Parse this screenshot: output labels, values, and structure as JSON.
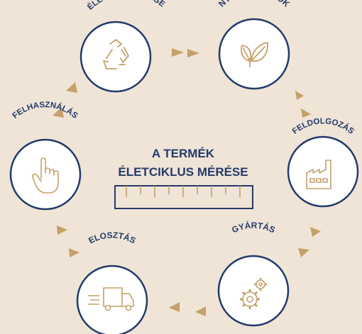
{
  "title": {
    "line1": "A TERMÉK",
    "line2": "ÉLETCIKLUS MÉRÉSE"
  },
  "stages": [
    {
      "label": "ÉLETTARTAM VÉGE",
      "icon": "recycle-icon"
    },
    {
      "label": "NYERSANYAGOK",
      "icon": "leaves-icon"
    },
    {
      "label": "FELDOLGOZÁS",
      "icon": "factory-icon"
    },
    {
      "label": "GYÁRTÁS",
      "icon": "gears-icon"
    },
    {
      "label": "ELOSZTÁS",
      "icon": "delivery-truck-icon"
    },
    {
      "label": "FELHASZNÁLÁS",
      "icon": "pointing-hand-icon"
    }
  ],
  "colors": {
    "background": "#efe4d6",
    "navy": "#233a6b",
    "gold": "#c4a06a",
    "circle_fill": "#ffffff"
  }
}
